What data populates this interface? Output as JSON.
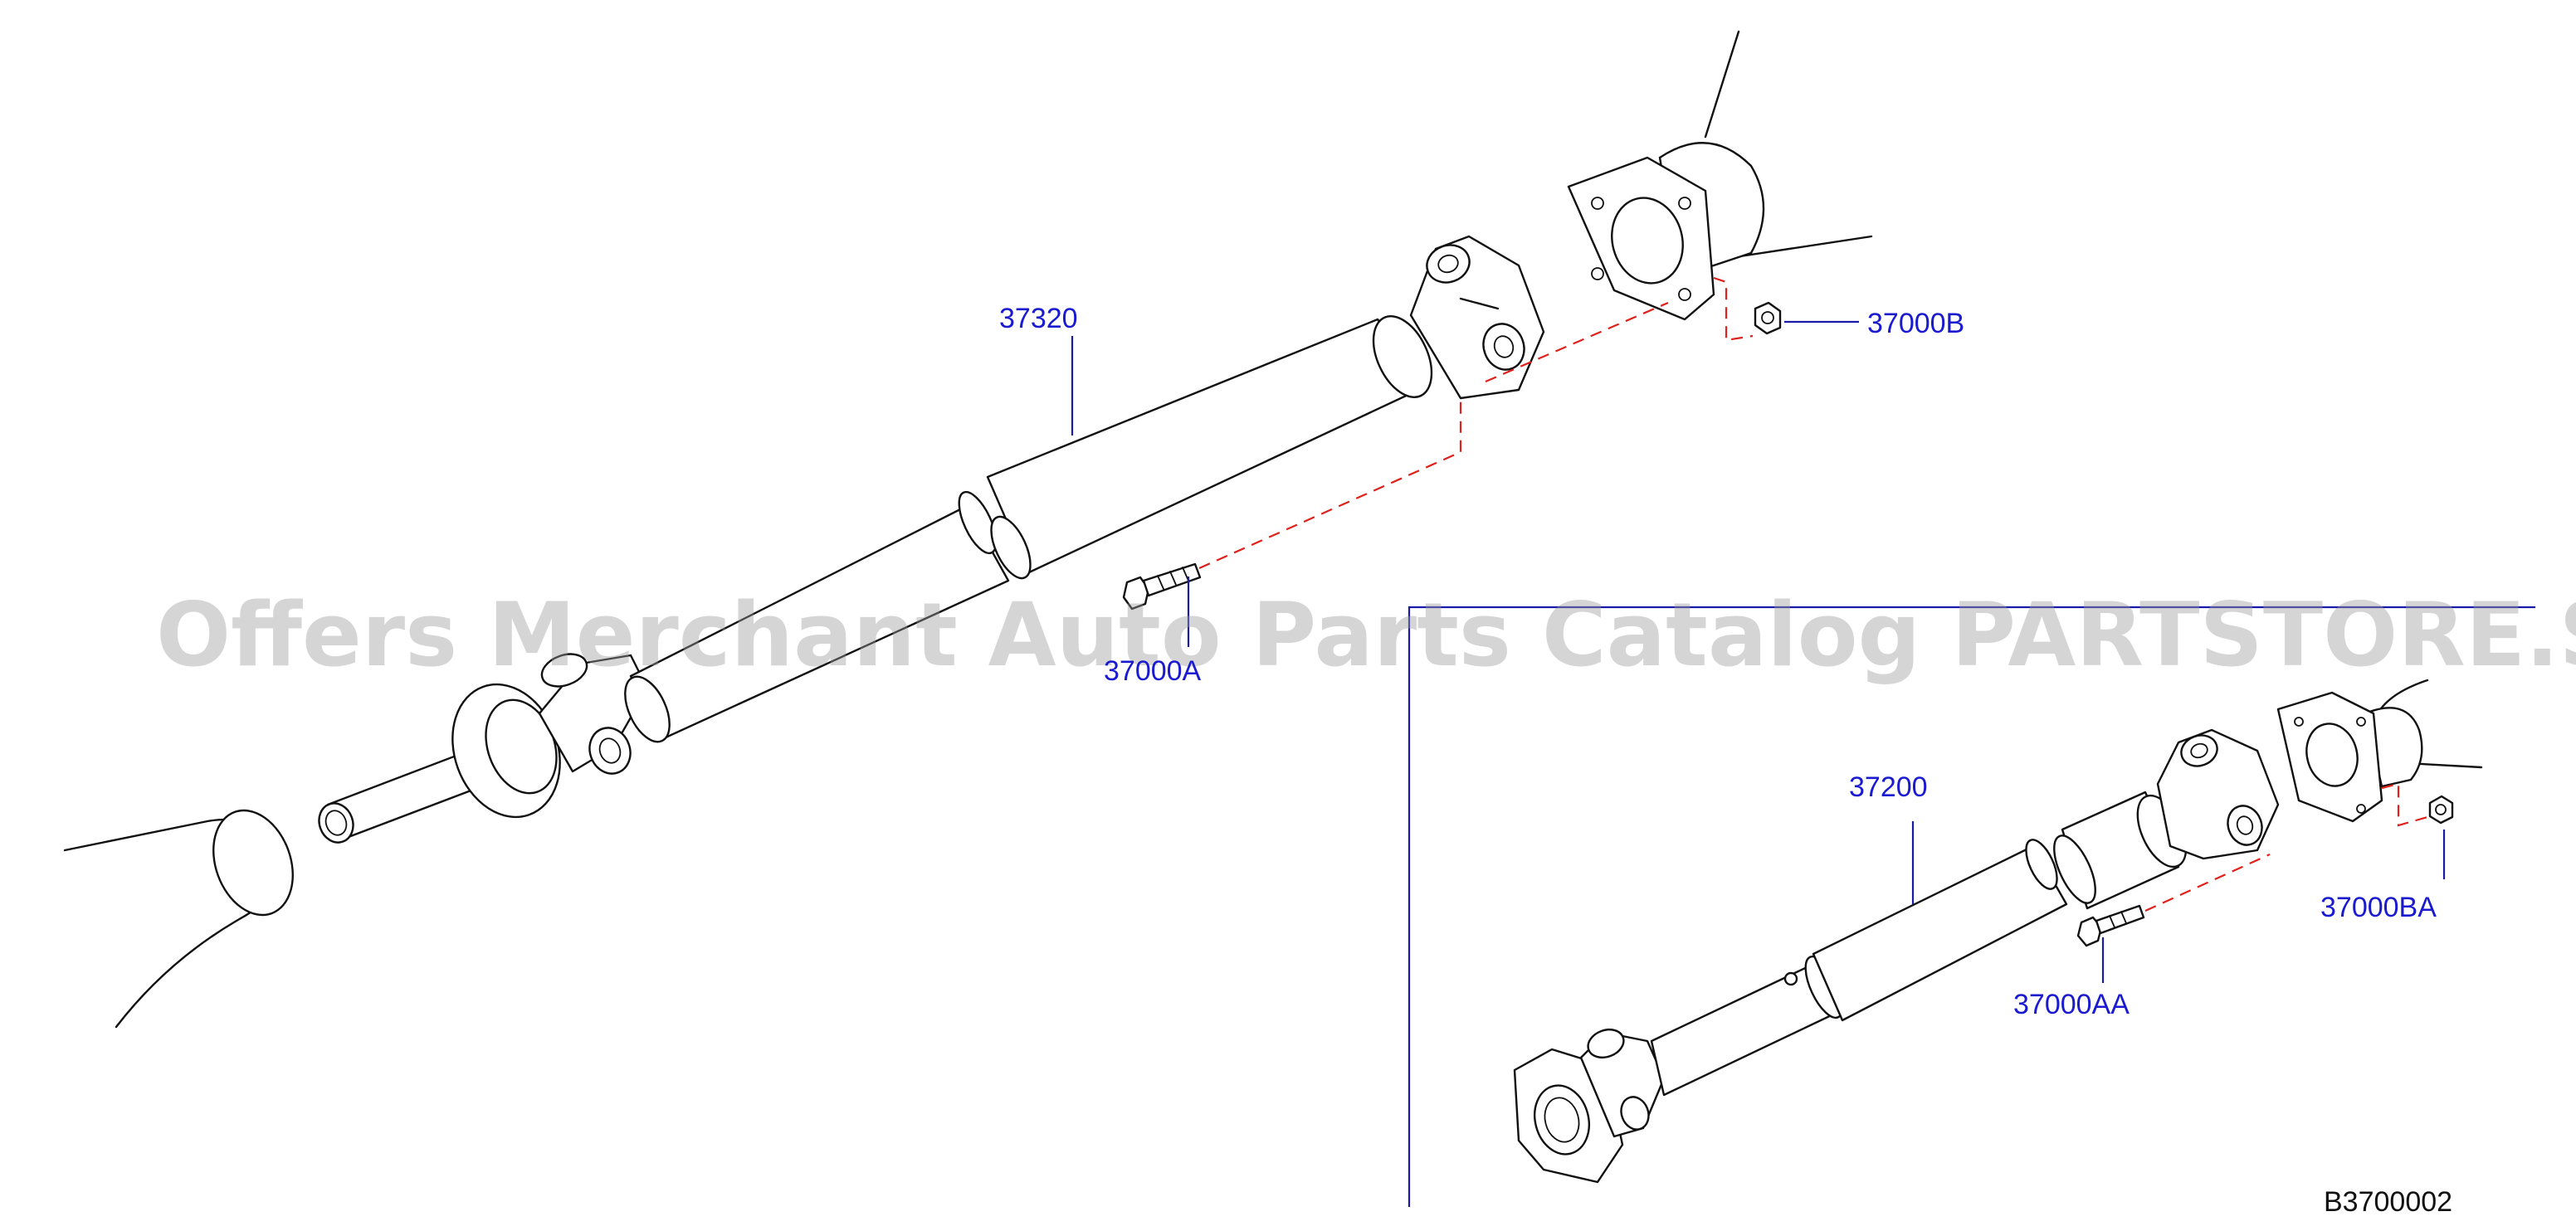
{
  "watermark": "Offers Merchant Auto Parts Catalog PARTSTORE.SA",
  "diagram_code": "B3700002",
  "callouts": {
    "main_shaft": "37320",
    "main_bolt": "37000A",
    "main_nut": "37000B",
    "alt_shaft": "37200",
    "alt_bolt": "37000AA",
    "alt_nut": "37000BA"
  },
  "colors": {
    "callout_text": "#1a1ad0",
    "leader_line": "#1a1aa8",
    "assembly_dash": "#e0201a",
    "part_outline": "#111111"
  }
}
